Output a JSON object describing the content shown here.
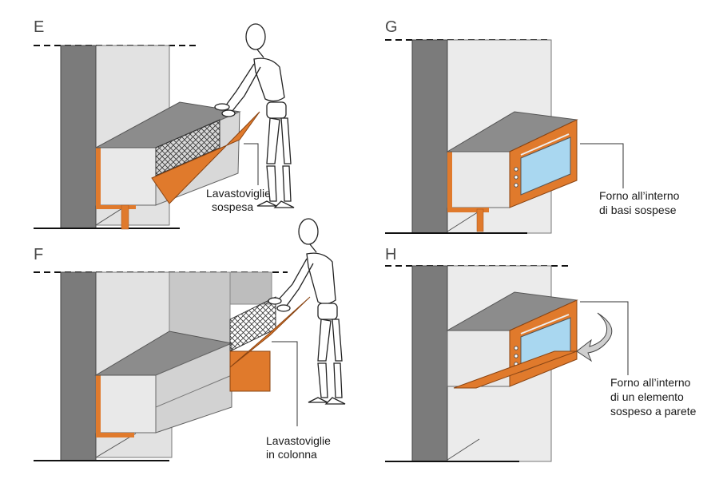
{
  "panels": [
    {
      "letter": "E",
      "caption": [
        "Lavastoviglie",
        "sospesa"
      ]
    },
    {
      "letter": "F",
      "caption": [
        "Lavastoviglie",
        "in  colonna"
      ]
    },
    {
      "letter": "G",
      "caption": [
        "Forno all’interno",
        "di basi sospese"
      ]
    },
    {
      "letter": "H",
      "caption": [
        "Forno all’interno",
        "di un elemento",
        "sospeso a parete"
      ]
    }
  ],
  "colors": {
    "wall_dark": "#7b7b7b",
    "wall_light": "#e2e2e2",
    "counter_top": "#8c8c8c",
    "orange": "#e07a2c",
    "glass": "#a9d7f0"
  },
  "icons": [
    "figure-mannequin-icon",
    "curved-arrow-icon",
    "dishwasher-rack-icon",
    "oven-icon"
  ]
}
